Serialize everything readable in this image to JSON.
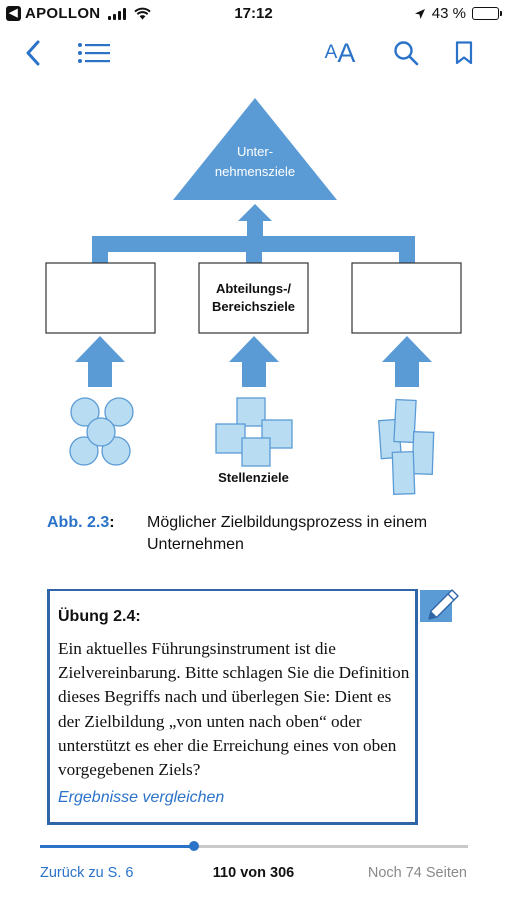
{
  "status_bar": {
    "back_app": "APOLLON",
    "time": "17:12",
    "battery": "43 %",
    "battery_level": 0.43
  },
  "toolbar": {
    "font_small": "A",
    "font_large": "A"
  },
  "figure": {
    "top_label_line1": "Unter-",
    "top_label_line2": "nehmensziele",
    "middle_label_line1": "Abteilungs-/",
    "middle_label_line2": "Bereichsziele",
    "bottom_label": "Stellenziele",
    "colors": {
      "fill": "#5b9bd5",
      "light_fill": "#b8dcf2",
      "stroke": "#5b9bd5"
    }
  },
  "caption": {
    "number": "Abb. 2.3",
    "colon": ":",
    "text": "Möglicher Zielbildungsprozess in einem Unternehmen"
  },
  "exercise": {
    "title": "Übung 2.4:",
    "body": "Ein aktuelles Führungsinstrument ist die Zielvereinbarung. Bitte schlagen Sie die Definition dieses Begriffs nach und überlegen Sie: Dient es der Zielbildung „von unten nach oben“ oder unterstützt es eher die Erreichung eines von oben vorgegebenen Ziels?",
    "link": "Ergebnisse vergleichen"
  },
  "footer": {
    "back_link": "Zurück zu S. 6",
    "page_info": "110 von 306",
    "remaining": "Noch 74 Seiten",
    "progress": 0.36
  },
  "colors": {
    "accent": "#2a73c9",
    "box_border": "#2f66a8",
    "muted": "#8a8a8a"
  }
}
